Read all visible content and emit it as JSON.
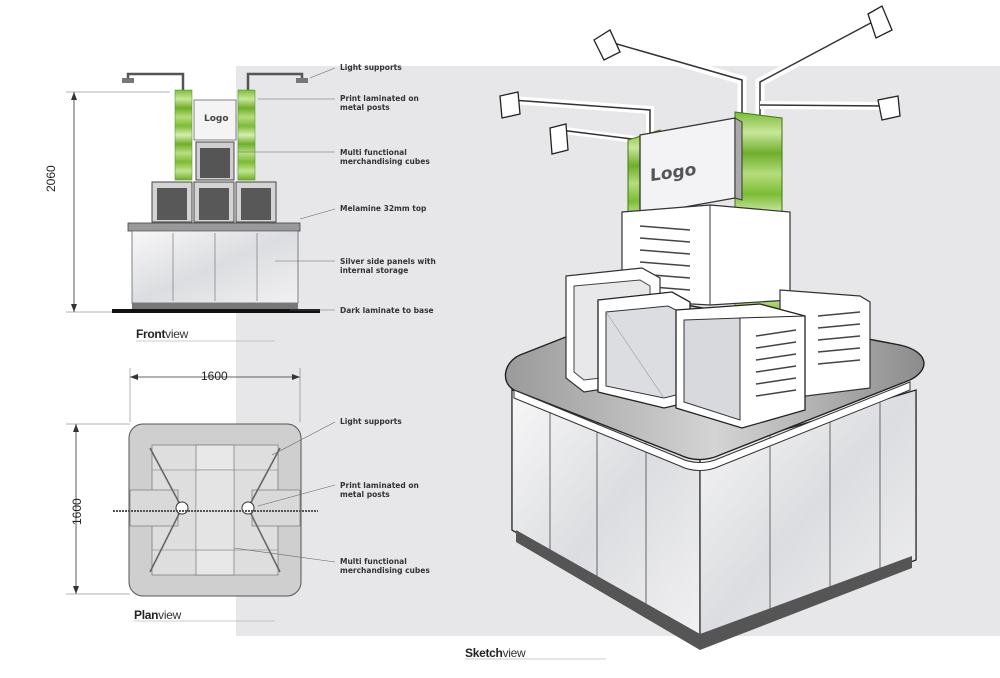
{
  "front_view": {
    "title_bold": "Front",
    "title_light": "view",
    "height_dim": "2060",
    "logo": "Logo",
    "callouts": [
      "Light supports",
      "Print laminated on metal posts",
      "Multi functional merchandising cubes",
      "Melamine 32mm top",
      "Silver side panels with internal storage",
      "Dark laminate to base"
    ]
  },
  "plan_view": {
    "title_bold": "Plan",
    "title_light": "view",
    "width_dim": "1600",
    "depth_dim": "1600",
    "callouts": [
      "Light supports",
      "Print laminated on metal posts",
      "Multi functional merchandising cubes"
    ]
  },
  "sketch_view": {
    "title_bold": "Sketch",
    "title_light": "view",
    "logo": "Logo"
  },
  "colors": {
    "accent_green": "#8cc63f",
    "background_panel": "#e7e7e9"
  }
}
